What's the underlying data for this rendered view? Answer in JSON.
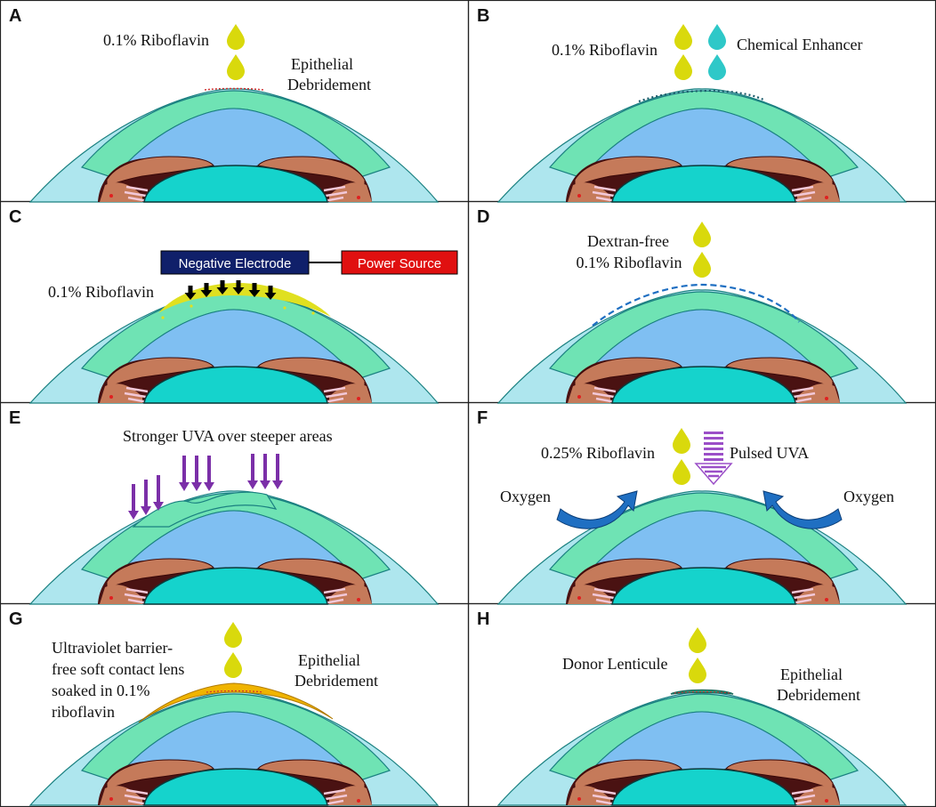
{
  "panels": [
    {
      "letter": "A",
      "labels": {
        "riboflavin": "0.1% Riboflavin",
        "epi_1": "Epithelial",
        "epi_2": "Debridement"
      }
    },
    {
      "letter": "B",
      "labels": {
        "riboflavin": "0.1% Riboflavin",
        "enhancer": "Chemical Enhancer"
      }
    },
    {
      "letter": "C",
      "labels": {
        "riboflavin": "0.1% Riboflavin",
        "electrode": "Negative Electrode",
        "power": "Power Source"
      }
    },
    {
      "letter": "D",
      "labels": {
        "line1": "Dextran-free",
        "line2": "0.1% Riboflavin"
      }
    },
    {
      "letter": "E",
      "labels": {
        "uva": "Stronger UVA over steeper areas"
      }
    },
    {
      "letter": "F",
      "labels": {
        "riboflavin": "0.25% Riboflavin",
        "pulsed": "Pulsed UVA",
        "oxygen_left": "Oxygen",
        "oxygen_right": "Oxygen"
      }
    },
    {
      "letter": "G",
      "labels": {
        "lens1": "Ultraviolet barrier-",
        "lens2": "free soft contact lens",
        "lens3": "soaked in 0.1%",
        "lens4": "riboflavin",
        "epi_1": "Epithelial",
        "epi_2": "Debridement"
      }
    },
    {
      "letter": "H",
      "labels": {
        "donor": "Donor Lenticule",
        "epi_1": "Epithelial",
        "epi_2": "Debridement"
      }
    }
  ],
  "colors": {
    "riboflavin_drop": "#d9d90c",
    "enhancer_drop": "#2ec8c8",
    "cornea": "#6fe3b4",
    "chamber": "#7fbff2",
    "outer_sclera": "#aee6ee",
    "iris": "#c57a5a",
    "iris_dark": "#4a1212",
    "lens": "#15d3cc",
    "uva_arrow": "#7b2fa8",
    "oxygen_arrow": "#1f6fc2",
    "electrode_box": "#10206a",
    "power_box": "#e01010",
    "contact_lens": "#f0b400",
    "dextran_line": "#1f6fc2"
  }
}
